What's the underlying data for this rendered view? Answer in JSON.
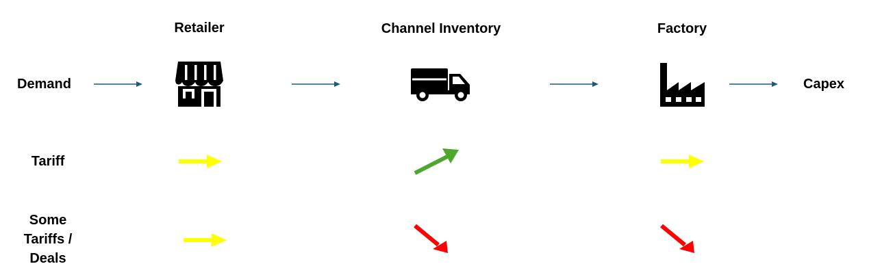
{
  "columns": {
    "retailer": "Retailer",
    "channel_inventory": "Channel Inventory",
    "factory": "Factory"
  },
  "flow": {
    "start": "Demand",
    "end": "Capex",
    "arrow_color": "#1f5a7a"
  },
  "rows": {
    "tariff": {
      "label": "Tariff",
      "retailer": "flat",
      "channel_inventory": "up",
      "factory": "flat"
    },
    "some_tariffs_deals": {
      "label_lines": [
        "Some",
        "Tariffs /",
        "Deals"
      ],
      "retailer": "flat",
      "channel_inventory": "down",
      "factory": "down"
    }
  },
  "colors": {
    "flat": "#ffff00",
    "up": "#4ea72e",
    "down": "#ff0000"
  },
  "icons": {
    "retailer": "storefront-icon",
    "channel_inventory": "truck-icon",
    "factory": "factory-icon"
  }
}
